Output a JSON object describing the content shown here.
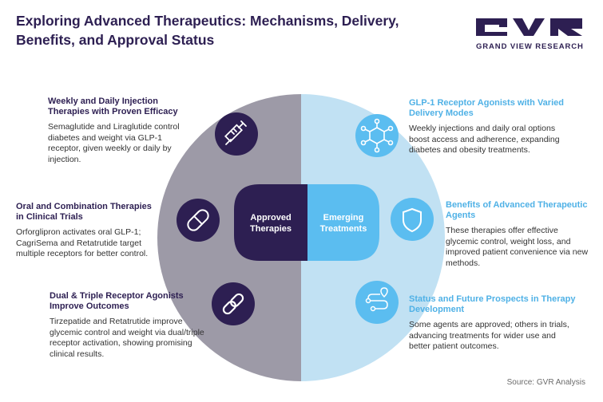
{
  "title": "Exploring Advanced Therapeutics: Mechanisms, Delivery, Benefits, and Approval Status",
  "logo": {
    "brand_text": "GRAND VIEW RESEARCH"
  },
  "colors": {
    "dark_purple": "#2d1f52",
    "light_blue": "#5bbdf0",
    "left_gray": "#9d9aa7",
    "right_light_blue": "#c1e1f3",
    "title_blue": "#4fb1e6"
  },
  "center": {
    "left_label": "Approved\nTherapies",
    "right_label": "Emerging\nTreatments"
  },
  "left_blocks": [
    {
      "title": "Weekly and Daily Injection Therapies with Proven Efficacy",
      "text": "Semaglutide and Liraglutide control diabetes and weight via GLP-1 receptor, given weekly or daily by injection.",
      "icon": "syringe-icon"
    },
    {
      "title": "Oral and Combination Therapies in Clinical Trials",
      "text": "Orforglipron activates oral GLP-1; CagriSema and Retatrutide target multiple receptors for better control.",
      "icon": "pill-icon"
    },
    {
      "title": "Dual & Triple Receptor Agonists Improve Outcomes",
      "text": "Tirzepatide and Retatrutide improve glycemic control and weight via dual/triple receptor activation, showing promising clinical results.",
      "icon": "link-icon"
    }
  ],
  "right_blocks": [
    {
      "title": "GLP-1 Receptor Agonists with Varied Delivery Modes",
      "text": "Weekly injections and daily oral options boost access and adherence, expanding diabetes and obesity treatments.",
      "icon": "molecule-icon"
    },
    {
      "title": "Benefits of Advanced Therapeutic Agents",
      "text": "These therapies offer effective glycemic control, weight loss, and improved patient convenience via new methods.",
      "icon": "shield-icon"
    },
    {
      "title": "Status and Future Prospects in Therapy Development",
      "text": "Some agents are approved; others in trials, advancing treatments for wider use and better patient outcomes.",
      "icon": "roadmap-icon"
    }
  ],
  "source": "Source: GVR Analysis"
}
